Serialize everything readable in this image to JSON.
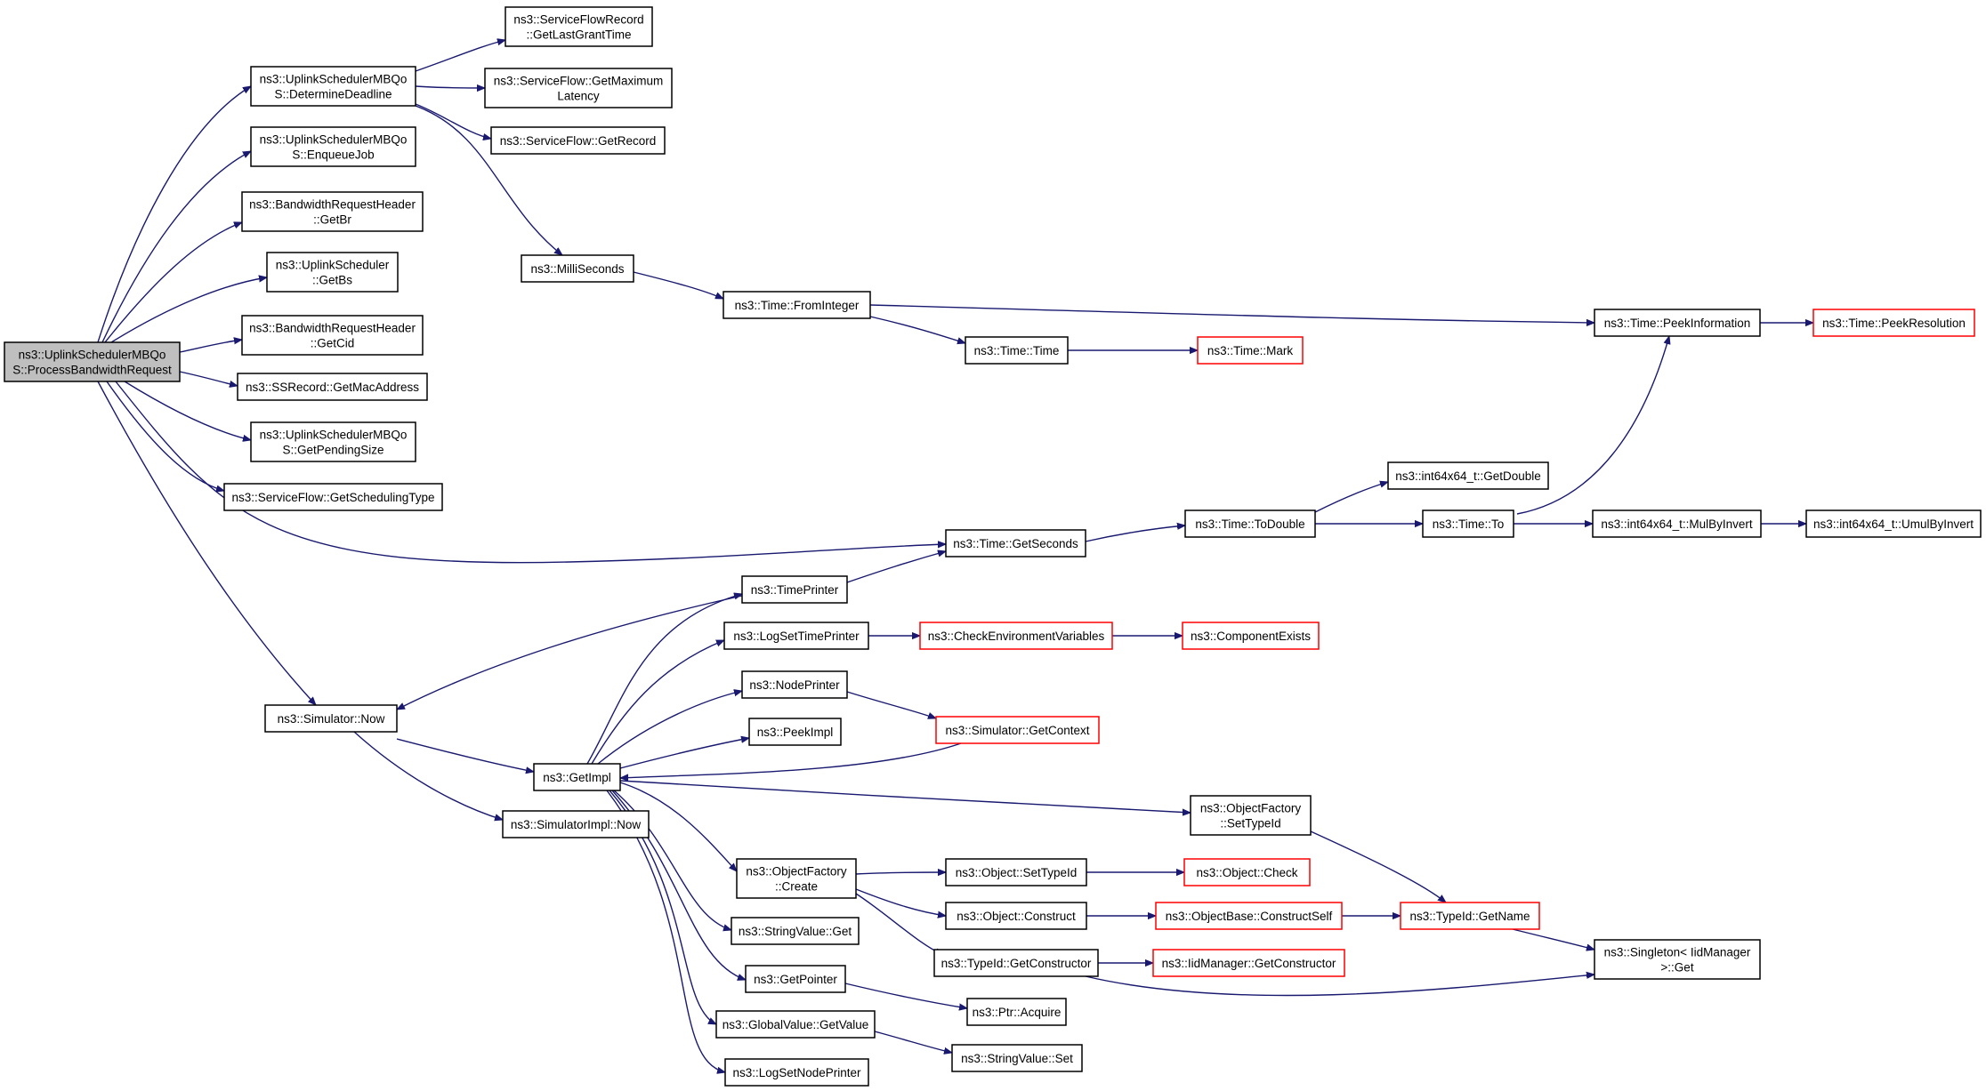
{
  "colors": {
    "edge": "#191970",
    "normal_border": "#000000",
    "truncated_border": "#ff0000",
    "root_fill": "#bfbfbf"
  },
  "nodes": {
    "process_bandwidth_request": {
      "lines": [
        "ns3::UplinkSchedulerMBQo",
        "S::ProcessBandwidthRequest"
      ],
      "kind": "root"
    },
    "determine_deadline": {
      "lines": [
        "ns3::UplinkSchedulerMBQo",
        "S::DetermineDeadline"
      ],
      "kind": "normal"
    },
    "enqueue_job": {
      "lines": [
        "ns3::UplinkSchedulerMBQo",
        "S::EnqueueJob"
      ],
      "kind": "normal"
    },
    "get_br": {
      "lines": [
        "ns3::BandwidthRequestHeader",
        "::GetBr"
      ],
      "kind": "normal"
    },
    "get_bs": {
      "lines": [
        "ns3::UplinkScheduler",
        "::GetBs"
      ],
      "kind": "normal"
    },
    "get_cid": {
      "lines": [
        "ns3::BandwidthRequestHeader",
        "::GetCid"
      ],
      "kind": "normal"
    },
    "get_mac_address": {
      "lines": [
        "ns3::SSRecord::GetMacAddress"
      ],
      "kind": "normal"
    },
    "get_pending_size": {
      "lines": [
        "ns3::UplinkSchedulerMBQo",
        "S::GetPendingSize"
      ],
      "kind": "normal"
    },
    "get_scheduling_type": {
      "lines": [
        "ns3::ServiceFlow::GetSchedulingType"
      ],
      "kind": "normal"
    },
    "get_last_grant_time": {
      "lines": [
        "ns3::ServiceFlowRecord",
        "::GetLastGrantTime"
      ],
      "kind": "normal"
    },
    "get_maximum_latency": {
      "lines": [
        "ns3::ServiceFlow::GetMaximum",
        "Latency"
      ],
      "kind": "normal"
    },
    "get_record": {
      "lines": [
        "ns3::ServiceFlow::GetRecord"
      ],
      "kind": "normal"
    },
    "milli_seconds": {
      "lines": [
        "ns3::MilliSeconds"
      ],
      "kind": "normal"
    },
    "from_integer": {
      "lines": [
        "ns3::Time::FromInteger"
      ],
      "kind": "normal"
    },
    "time_time": {
      "lines": [
        "ns3::Time::Time"
      ],
      "kind": "normal"
    },
    "time_mark": {
      "lines": [
        "ns3::Time::Mark"
      ],
      "kind": "trunc"
    },
    "peek_information": {
      "lines": [
        "ns3::Time::PeekInformation"
      ],
      "kind": "normal"
    },
    "peek_resolution": {
      "lines": [
        "ns3::Time::PeekResolution"
      ],
      "kind": "trunc"
    },
    "get_double": {
      "lines": [
        "ns3::int64x64_t::GetDouble"
      ],
      "kind": "normal"
    },
    "to_double": {
      "lines": [
        "ns3::Time::ToDouble"
      ],
      "kind": "normal"
    },
    "time_to": {
      "lines": [
        "ns3::Time::To"
      ],
      "kind": "normal"
    },
    "mul_by_invert": {
      "lines": [
        "ns3::int64x64_t::MulByInvert"
      ],
      "kind": "normal"
    },
    "umul_by_invert": {
      "lines": [
        "ns3::int64x64_t::UmulByInvert"
      ],
      "kind": "normal"
    },
    "get_seconds": {
      "lines": [
        "ns3::Time::GetSeconds"
      ],
      "kind": "normal"
    },
    "time_printer": {
      "lines": [
        "ns3::TimePrinter"
      ],
      "kind": "normal"
    },
    "log_set_time_printer": {
      "lines": [
        "ns3::LogSetTimePrinter"
      ],
      "kind": "normal"
    },
    "check_env_vars": {
      "lines": [
        "ns3::CheckEnvironmentVariables"
      ],
      "kind": "trunc"
    },
    "component_exists": {
      "lines": [
        "ns3::ComponentExists"
      ],
      "kind": "trunc"
    },
    "node_printer": {
      "lines": [
        "ns3::NodePrinter"
      ],
      "kind": "normal"
    },
    "simulator_get_context": {
      "lines": [
        "ns3::Simulator::GetContext"
      ],
      "kind": "trunc"
    },
    "peek_impl": {
      "lines": [
        "ns3::PeekImpl"
      ],
      "kind": "normal"
    },
    "simulator_now": {
      "lines": [
        "ns3::Simulator::Now"
      ],
      "kind": "normal"
    },
    "get_impl": {
      "lines": [
        "ns3::GetImpl"
      ],
      "kind": "normal"
    },
    "simulator_impl_now": {
      "lines": [
        "ns3::SimulatorImpl::Now"
      ],
      "kind": "normal"
    },
    "object_factory_set_type_id": {
      "lines": [
        "ns3::ObjectFactory",
        "::SetTypeId"
      ],
      "kind": "normal"
    },
    "object_factory_create": {
      "lines": [
        "ns3::ObjectFactory",
        "::Create"
      ],
      "kind": "normal"
    },
    "object_set_type_id": {
      "lines": [
        "ns3::Object::SetTypeId"
      ],
      "kind": "normal"
    },
    "object_check": {
      "lines": [
        "ns3::Object::Check"
      ],
      "kind": "trunc"
    },
    "object_construct": {
      "lines": [
        "ns3::Object::Construct"
      ],
      "kind": "normal"
    },
    "construct_self": {
      "lines": [
        "ns3::ObjectBase::ConstructSelf"
      ],
      "kind": "trunc"
    },
    "type_id_get_name": {
      "lines": [
        "ns3::TypeId::GetName"
      ],
      "kind": "trunc"
    },
    "type_id_get_constructor": {
      "lines": [
        "ns3::TypeId::GetConstructor"
      ],
      "kind": "normal"
    },
    "iid_manager_get_constructor": {
      "lines": [
        "ns3::IidManager::GetConstructor"
      ],
      "kind": "trunc"
    },
    "singleton_get": {
      "lines": [
        "ns3::Singleton< IidManager",
        " >::Get"
      ],
      "kind": "normal"
    },
    "string_value_get": {
      "lines": [
        "ns3::StringValue::Get"
      ],
      "kind": "normal"
    },
    "get_pointer": {
      "lines": [
        "ns3::GetPointer"
      ],
      "kind": "normal"
    },
    "ptr_acquire": {
      "lines": [
        "ns3::Ptr::Acquire"
      ],
      "kind": "normal"
    },
    "global_value_get_value": {
      "lines": [
        "ns3::GlobalValue::GetValue"
      ],
      "kind": "normal"
    },
    "string_value_set": {
      "lines": [
        "ns3::StringValue::Set"
      ],
      "kind": "normal"
    },
    "log_set_node_printer": {
      "lines": [
        "ns3::LogSetNodePrinter"
      ],
      "kind": "normal"
    }
  },
  "edges": [
    [
      "process_bandwidth_request",
      "determine_deadline"
    ],
    [
      "process_bandwidth_request",
      "enqueue_job"
    ],
    [
      "process_bandwidth_request",
      "get_br"
    ],
    [
      "process_bandwidth_request",
      "get_bs"
    ],
    [
      "process_bandwidth_request",
      "get_cid"
    ],
    [
      "process_bandwidth_request",
      "get_mac_address"
    ],
    [
      "process_bandwidth_request",
      "get_pending_size"
    ],
    [
      "process_bandwidth_request",
      "get_scheduling_type"
    ],
    [
      "process_bandwidth_request",
      "get_seconds"
    ],
    [
      "process_bandwidth_request",
      "simulator_now"
    ],
    [
      "determine_deadline",
      "get_last_grant_time"
    ],
    [
      "determine_deadline",
      "get_maximum_latency"
    ],
    [
      "determine_deadline",
      "get_record"
    ],
    [
      "determine_deadline",
      "milli_seconds"
    ],
    [
      "milli_seconds",
      "from_integer"
    ],
    [
      "from_integer",
      "time_time"
    ],
    [
      "from_integer",
      "peek_information"
    ],
    [
      "time_time",
      "time_mark"
    ],
    [
      "peek_information",
      "peek_resolution"
    ],
    [
      "get_seconds",
      "to_double"
    ],
    [
      "to_double",
      "get_double"
    ],
    [
      "to_double",
      "time_to"
    ],
    [
      "time_to",
      "peek_information"
    ],
    [
      "time_to",
      "mul_by_invert"
    ],
    [
      "mul_by_invert",
      "umul_by_invert"
    ],
    [
      "time_printer",
      "get_seconds"
    ],
    [
      "time_printer",
      "simulator_now"
    ],
    [
      "simulator_now",
      "get_impl"
    ],
    [
      "simulator_now",
      "simulator_impl_now"
    ],
    [
      "get_impl",
      "time_printer"
    ],
    [
      "get_impl",
      "log_set_time_printer"
    ],
    [
      "get_impl",
      "node_printer"
    ],
    [
      "get_impl",
      "peek_impl"
    ],
    [
      "get_impl",
      "object_factory_set_type_id"
    ],
    [
      "get_impl",
      "object_factory_create"
    ],
    [
      "get_impl",
      "string_value_get"
    ],
    [
      "get_impl",
      "get_pointer"
    ],
    [
      "get_impl",
      "global_value_get_value"
    ],
    [
      "get_impl",
      "log_set_node_printer"
    ],
    [
      "log_set_time_printer",
      "check_env_vars"
    ],
    [
      "check_env_vars",
      "component_exists"
    ],
    [
      "node_printer",
      "simulator_get_context"
    ],
    [
      "simulator_get_context",
      "get_impl"
    ],
    [
      "object_factory_set_type_id",
      "type_id_get_name"
    ],
    [
      "object_factory_create",
      "object_set_type_id"
    ],
    [
      "object_factory_create",
      "object_construct"
    ],
    [
      "object_factory_create",
      "type_id_get_constructor"
    ],
    [
      "object_set_type_id",
      "object_check"
    ],
    [
      "object_construct",
      "construct_self"
    ],
    [
      "construct_self",
      "type_id_get_name"
    ],
    [
      "type_id_get_name",
      "singleton_get"
    ],
    [
      "type_id_get_constructor",
      "iid_manager_get_constructor"
    ],
    [
      "type_id_get_constructor",
      "singleton_get"
    ],
    [
      "get_pointer",
      "ptr_acquire"
    ],
    [
      "global_value_get_value",
      "string_value_set"
    ]
  ]
}
